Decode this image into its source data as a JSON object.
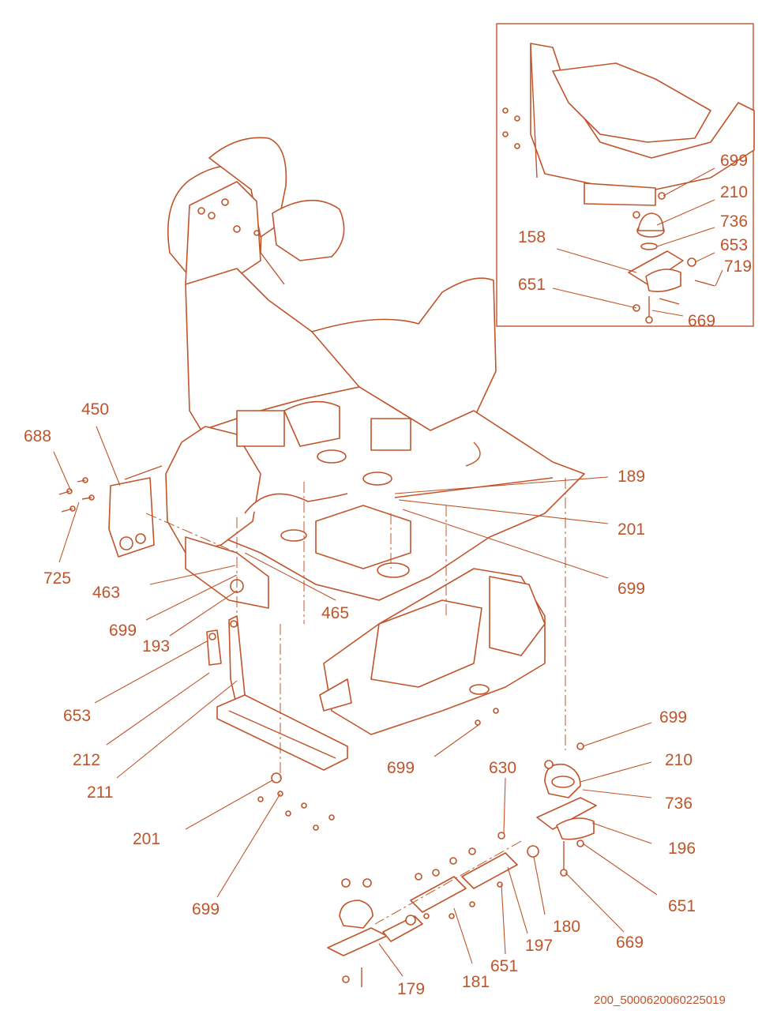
{
  "colors": {
    "ink": "#c0542a",
    "background": "#ffffff"
  },
  "drawing_code": "200_5000620060225019",
  "labels": {
    "l450": "450",
    "l688": "688",
    "l725": "725",
    "l463": "463",
    "l699a": "699",
    "l193": "193",
    "l465": "465",
    "l653a": "653",
    "l212": "212",
    "l211": "211",
    "l201a": "201",
    "l699b": "699",
    "l189": "189",
    "l201b": "201",
    "l699c": "699",
    "l699d": "699",
    "l699e": "699",
    "l210a": "210",
    "l736a": "736",
    "l196": "196",
    "l651a": "651",
    "l669a": "669",
    "l630": "630",
    "l180": "180",
    "l197": "197",
    "l651b": "651",
    "l181": "181",
    "l179": "179",
    "i699": "699",
    "i210": "210",
    "i736": "736",
    "i653": "653",
    "i719": "719",
    "i158": "158",
    "i651": "651",
    "i669": "669"
  }
}
